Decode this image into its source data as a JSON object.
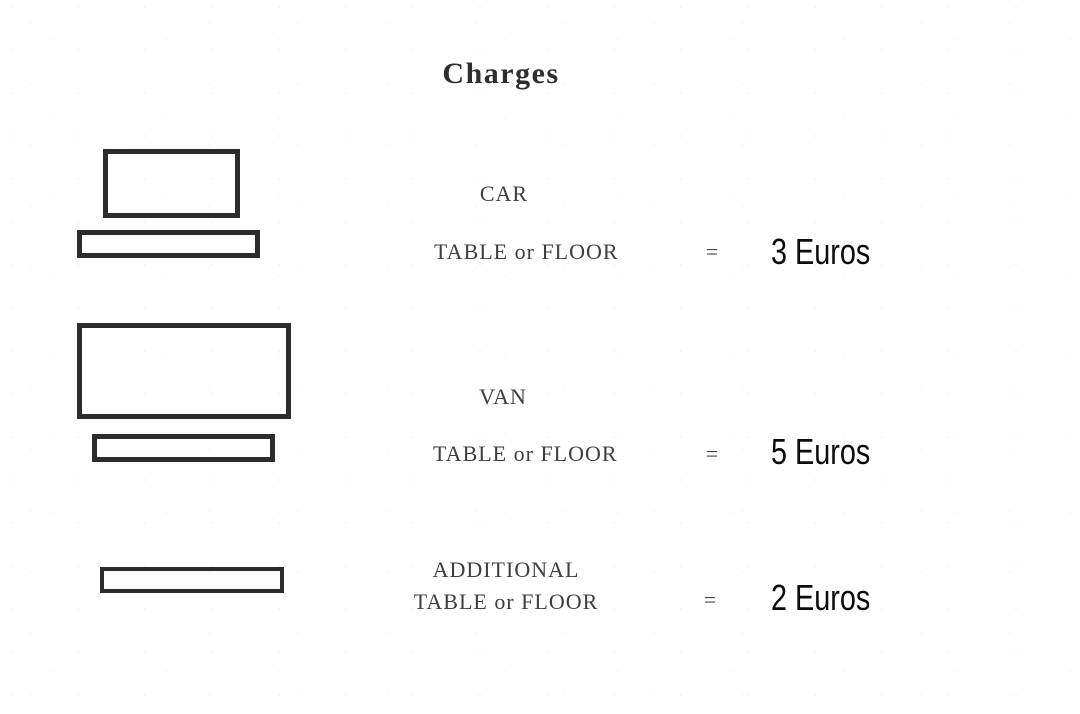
{
  "title": "Charges",
  "rows": [
    {
      "vehicle": "CAR",
      "surface": "TABLE or FLOOR",
      "equals": "=",
      "price": "3 Euros"
    },
    {
      "vehicle": "VAN",
      "surface": "TABLE or FLOOR",
      "equals": "=",
      "price": "5 Euros"
    },
    {
      "vehicle": "ADDITIONAL",
      "surface": "TABLE or FLOOR",
      "equals": "=",
      "price": "2 Euros"
    }
  ]
}
